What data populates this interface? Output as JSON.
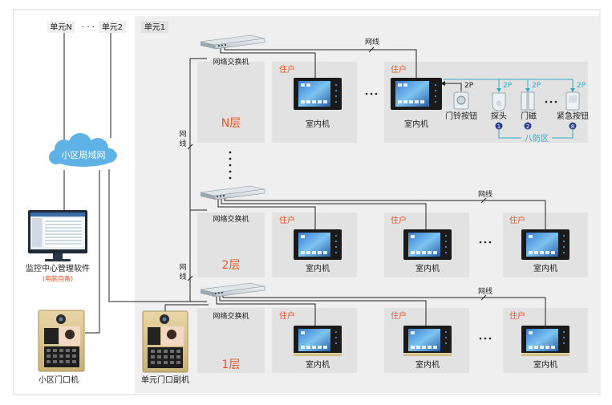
{
  "units": {
    "unit_n": "单元N",
    "ellipsis": "· · ·",
    "unit_2": "单元2",
    "unit_1": "单元1"
  },
  "network": {
    "lan_label": "小区局域网",
    "cable_label": "网线",
    "cable_vertical_label": "网\n线"
  },
  "switch_label": "网络交换机",
  "resident_label": "住户",
  "indoor_label": "室内机",
  "floors": {
    "n": "N层",
    "two": "2层",
    "one": "1层"
  },
  "monitor": {
    "title": "监控中心管理软件",
    "note": "(电脑自备)"
  },
  "doors": {
    "community": "小区门口机",
    "unit_sub": "单元门口副机"
  },
  "alarm": {
    "wire_2p": "2P",
    "doorbell": "门铃按钮",
    "detector": "探头",
    "door_sensor": "门磁",
    "emergency": "紧急按钮",
    "zones": "八防区",
    "badge_1": "1",
    "badge_2": "2",
    "badge_8": "8"
  },
  "colors": {
    "accent_red": "#e8552a",
    "line": "#222222",
    "cyan": "#2aa9c9",
    "badge": "#2a3f8f",
    "lan_cloud": "#5fb2e6"
  }
}
